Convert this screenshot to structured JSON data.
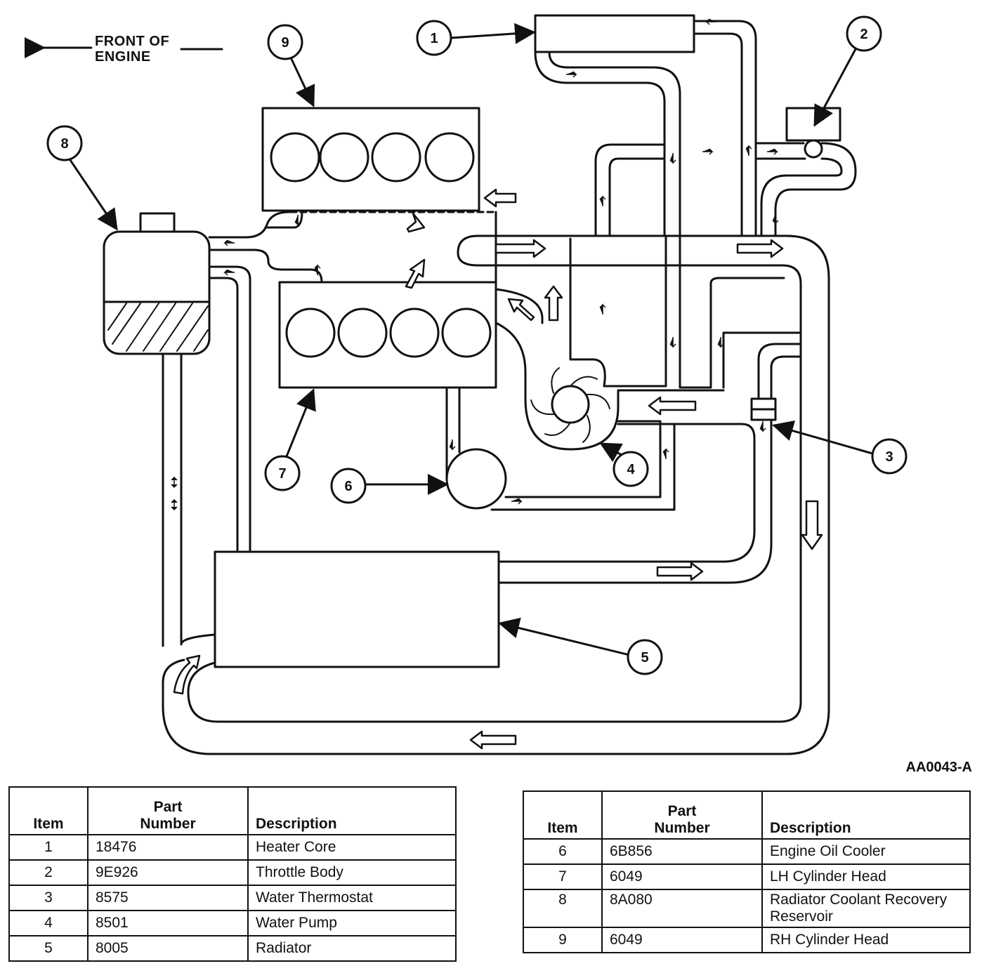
{
  "header": {
    "front_of_engine_line1": "FRONT OF",
    "front_of_engine_line2": "ENGINE",
    "figure_id": "AA0043-A"
  },
  "callouts": [
    "1",
    "2",
    "3",
    "4",
    "5",
    "6",
    "7",
    "8",
    "9"
  ],
  "table_headers": {
    "item": "Item",
    "part_number_line1": "Part",
    "part_number_line2": "Number",
    "description": "Description"
  },
  "table_left": [
    {
      "item": "1",
      "part_number": "18476",
      "description": "Heater Core"
    },
    {
      "item": "2",
      "part_number": "9E926",
      "description": "Throttle Body"
    },
    {
      "item": "3",
      "part_number": "8575",
      "description": "Water Thermostat"
    },
    {
      "item": "4",
      "part_number": "8501",
      "description": "Water Pump"
    },
    {
      "item": "5",
      "part_number": "8005",
      "description": "Radiator"
    }
  ],
  "table_right": [
    {
      "item": "6",
      "part_number": "6B856",
      "description": "Engine Oil Cooler"
    },
    {
      "item": "7",
      "part_number": "6049",
      "description": "LH Cylinder Head"
    },
    {
      "item": "8",
      "part_number": "8A080",
      "description": "Radiator Coolant Recovery Reservoir"
    },
    {
      "item": "9",
      "part_number": "6049",
      "description": "RH Cylinder Head"
    }
  ]
}
